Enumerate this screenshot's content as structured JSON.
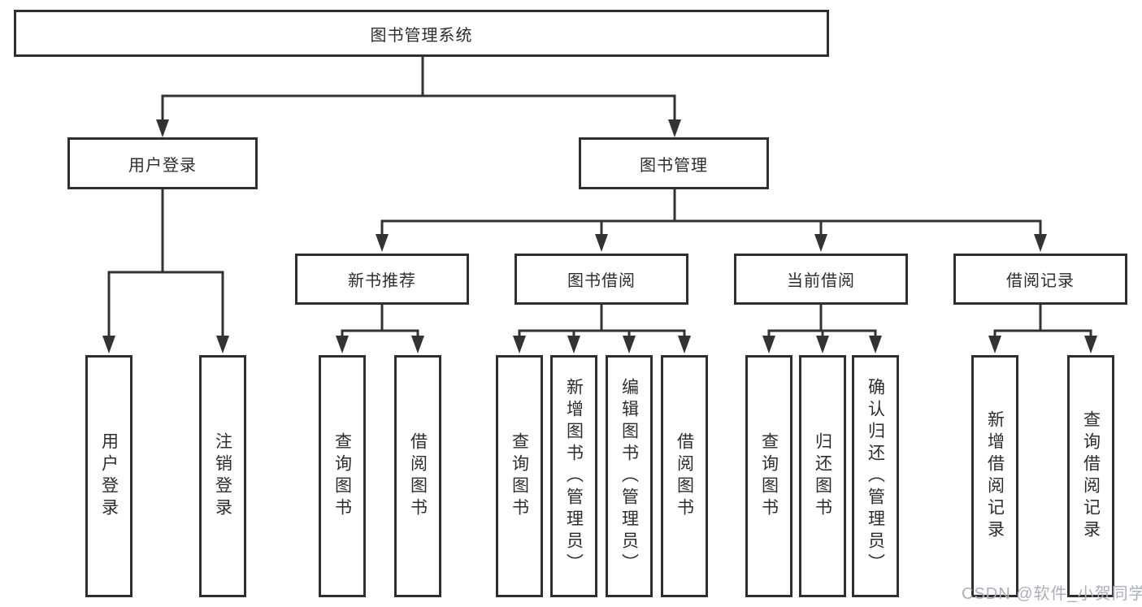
{
  "tree": {
    "root": "图书管理系统",
    "user_login": {
      "label": "用户登录",
      "children": {
        "login": "用户登录",
        "logout": "注销登录"
      }
    },
    "book_mgmt": {
      "label": "图书管理",
      "groups": {
        "new_books": {
          "label": "新书推荐",
          "children": {
            "query": "查询图书",
            "borrow": "借阅图书"
          }
        },
        "book_borrow": {
          "label": "图书借阅",
          "children": {
            "query": "查询图书",
            "add": "新增图书（管理员）",
            "edit": "编辑图书（管理员）",
            "borrow": "借阅图书"
          }
        },
        "current_borrow": {
          "label": "当前借阅",
          "children": {
            "query": "查询图书",
            "return_book": "归还图书",
            "confirm_return": "确认归还（管理员）"
          }
        },
        "borrow_records": {
          "label": "借阅记录",
          "children": {
            "add": "新增借阅记录",
            "query": "查询借阅记录"
          }
        }
      }
    }
  },
  "watermark": "CSDN @软件_小贺同学",
  "colors": {
    "line": "#333333",
    "border": "#2f2f2f",
    "text": "#2d2d2d",
    "watermark": "#aeaeb9",
    "background": "#ffffff"
  }
}
